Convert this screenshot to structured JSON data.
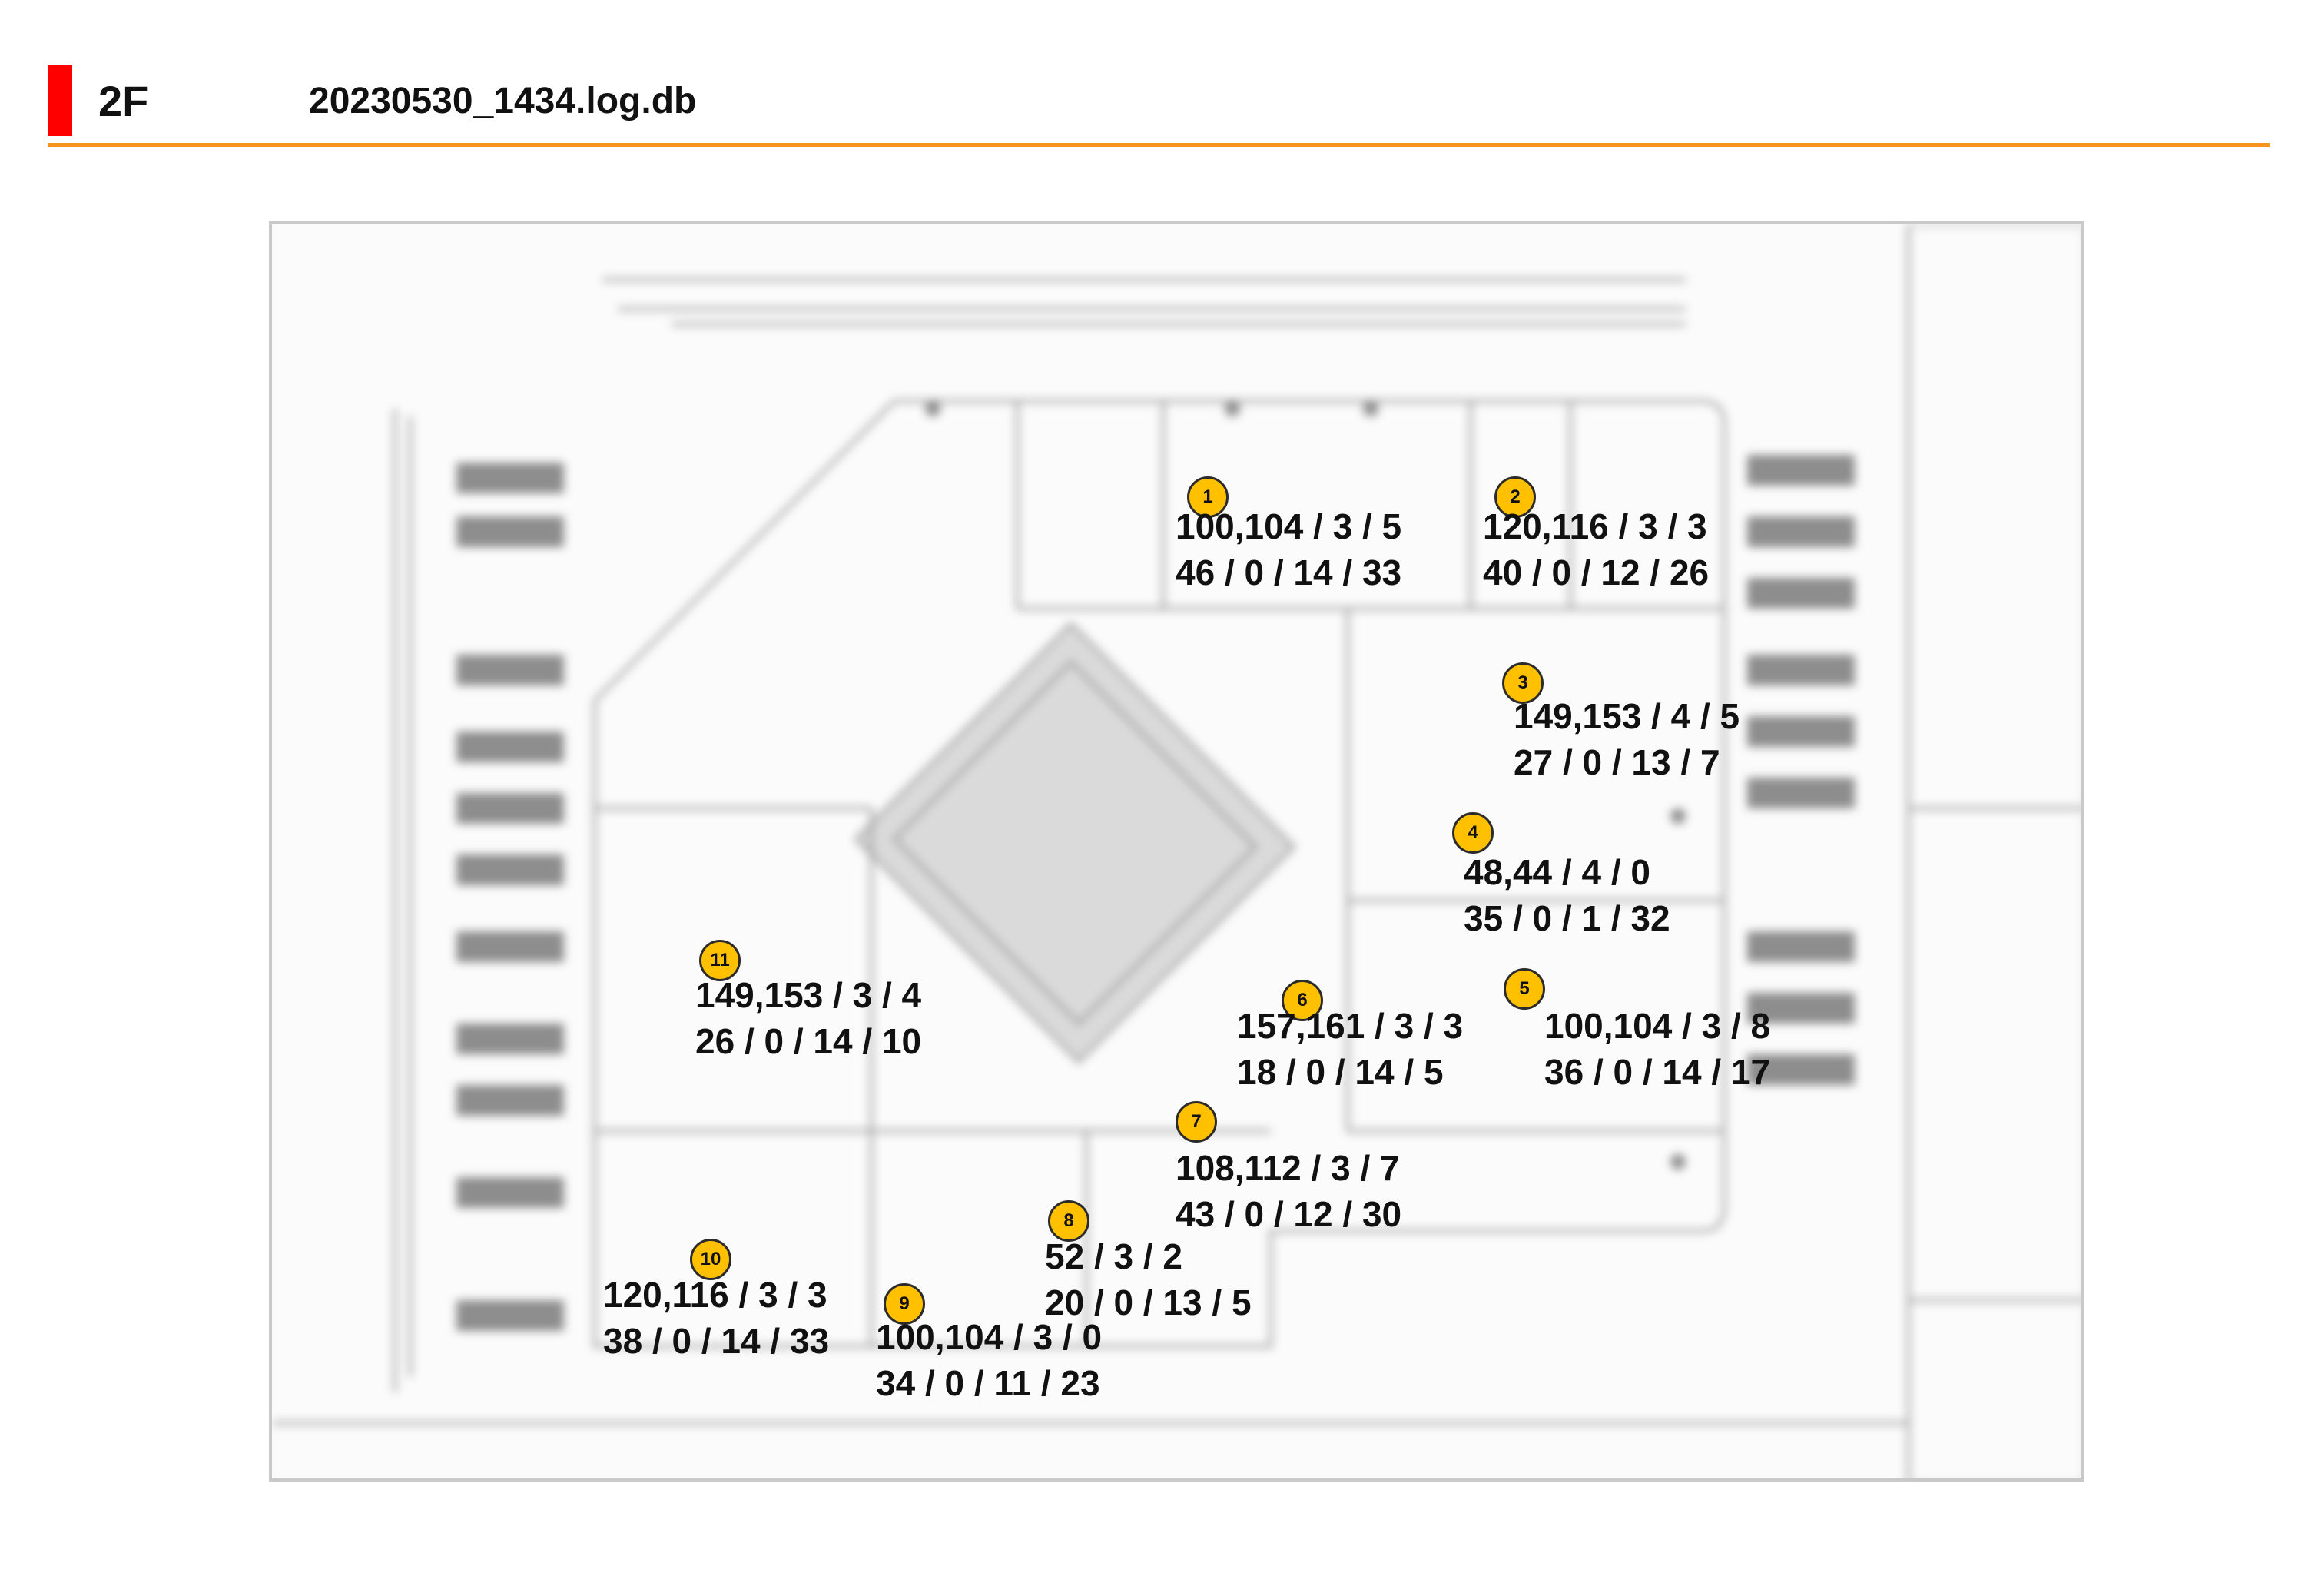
{
  "header": {
    "floor": "2F",
    "file_name": "20230530_1434.log.db",
    "accent_color": "#ff0000",
    "rule_color": "#f7941d"
  },
  "marker_color": "#ffc000",
  "access_points": [
    {
      "id": "1",
      "line1": "100,104 / 3 / 5",
      "line2": "46 / 0 / 14 / 33"
    },
    {
      "id": "2",
      "line1": "120,116 / 3 / 3",
      "line2": "40 / 0 / 12 / 26"
    },
    {
      "id": "3",
      "line1": "149,153 / 4 / 5",
      "line2": "27 / 0 / 13 / 7"
    },
    {
      "id": "4",
      "line1": "48,44 / 4 / 0",
      "line2": "35 / 0 / 1 / 32"
    },
    {
      "id": "5",
      "line1": "100,104 / 3 / 8",
      "line2": "36 / 0 / 14 / 17"
    },
    {
      "id": "6",
      "line1": "157,161 / 3 / 3",
      "line2": "18 / 0 / 14 / 5"
    },
    {
      "id": "7",
      "line1": "108,112 / 3 / 7",
      "line2": "43 / 0 / 12 / 30"
    },
    {
      "id": "8",
      "line1": "52 / 3 / 2",
      "line2": "20 / 0 / 13 / 5"
    },
    {
      "id": "9",
      "line1": "100,104 / 3 / 0",
      "line2": "34 / 0 / 11 / 23"
    },
    {
      "id": "10",
      "line1": "120,116 / 3 / 3",
      "line2": "38 / 0 / 14 / 33"
    },
    {
      "id": "11",
      "line1": "149,153 / 3 / 4",
      "line2": "26 / 0 / 14 / 10"
    }
  ]
}
